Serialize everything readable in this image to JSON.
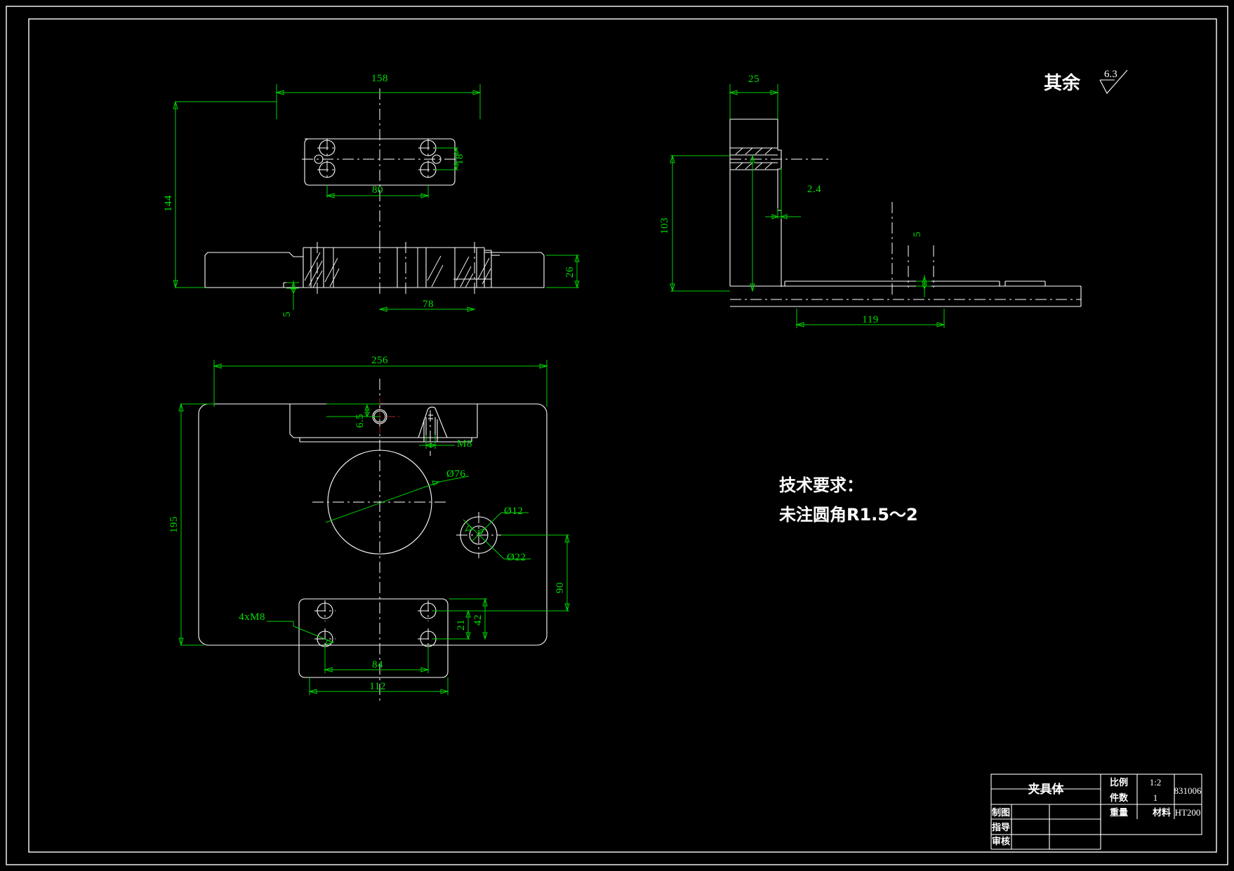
{
  "drawing": {
    "background_color": "#000000",
    "line_color": "#ffffff",
    "dimension_color": "#00e000",
    "centerline_red": "#b02020",
    "surface_finish": {
      "label": "其余",
      "value": "6.3"
    },
    "notes": {
      "heading": "技术要求：",
      "line1": "未注圆角R1.5～2"
    }
  },
  "views": {
    "front": {
      "name": "front-view",
      "dimensions": {
        "width_158": "158",
        "height_144": "144",
        "bolt_span_80": "80",
        "hole_pitch_18": "18",
        "base_width_78": "78",
        "thickness_26": "26",
        "step_5": "5"
      }
    },
    "side": {
      "name": "side-view",
      "dimensions": {
        "top_width_25": "25",
        "height_103": "103",
        "groove_2_4": "2.4",
        "rib_5": "5",
        "base_length_119": "119"
      }
    },
    "plan": {
      "name": "plan-view",
      "dimensions": {
        "width_256": "256",
        "height_195": "195",
        "offset_6_5": "6.5",
        "thread_m8": "M8",
        "bore_d76": "Ø76",
        "hole_d12": "Ø12",
        "counterbore_d22": "Ø22",
        "edge_90": "90",
        "bolt_pitch_21": "21",
        "bolt_span_42": "42",
        "bolt_span_84": "84",
        "plate_width_112": "112",
        "threads_4xm8": "4xM8"
      }
    }
  },
  "title_block": {
    "part_name": "夹具体",
    "rows": [
      {
        "label": "制图",
        "value": ""
      },
      {
        "label": "指导",
        "value": ""
      },
      {
        "label": "审核",
        "value": ""
      }
    ],
    "scale_label": "比例",
    "scale_value": "1:2",
    "qty_label": "件数",
    "qty_value": "1",
    "weight_label": "重量",
    "weight_value": "",
    "material_label": "材料",
    "material_value": "HT200",
    "drawing_number": "831006"
  }
}
